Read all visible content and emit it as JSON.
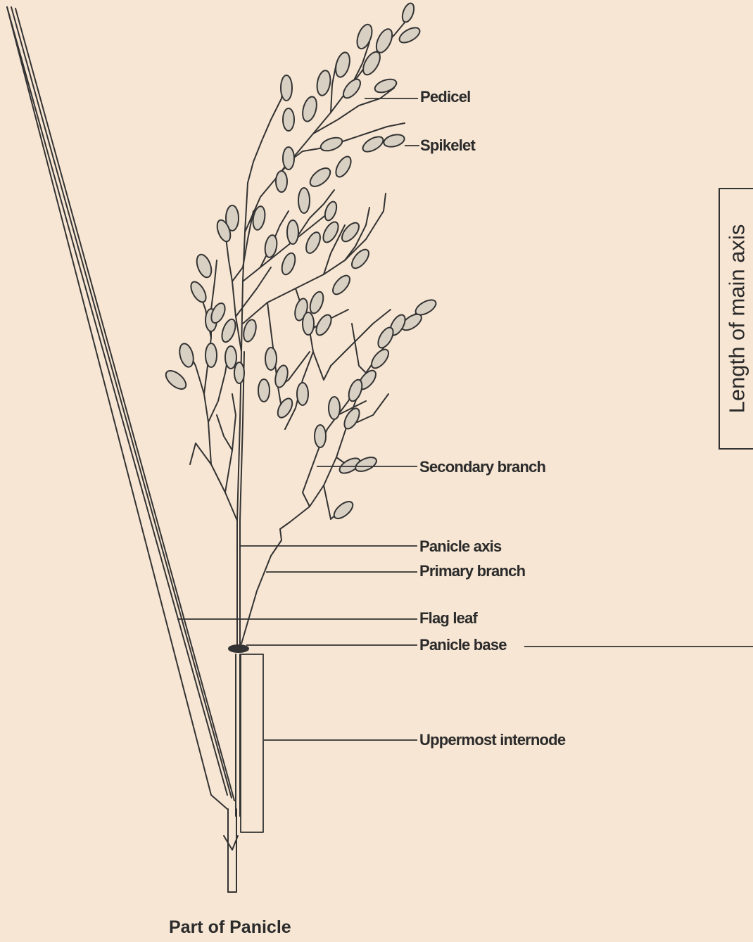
{
  "labels": {
    "pedicel": "Pedicel",
    "spikelet": "Spikelet",
    "secondary_branch": "Secondary branch",
    "panicle_axis": "Panicle axis",
    "primary_branch": "Primary branch",
    "flag_leaf": "Flag leaf",
    "panicle_base": "Panicle base",
    "uppermost_internode": "Uppermost internode"
  },
  "axis_label": "Length of main axis",
  "caption": "Part  of Panicle",
  "colors": {
    "background": "#f7e6d3",
    "ink": "#2b2b2b",
    "spikelet_fill": "#d9d0c4"
  }
}
